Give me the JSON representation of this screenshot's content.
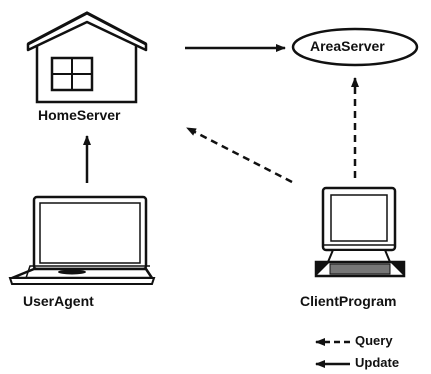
{
  "nodes": {
    "home_server": "HomeServer",
    "area_server": "AreaServer",
    "user_agent": "UserAgent",
    "client_program": "ClientProgram"
  },
  "legend": {
    "query": "Query",
    "update": "Update"
  },
  "edges": [
    {
      "from": "HomeServer",
      "to": "AreaServer",
      "style": "Update"
    },
    {
      "from": "UserAgent",
      "to": "HomeServer",
      "style": "Update"
    },
    {
      "from": "ClientProgram",
      "to": "HomeServer",
      "style": "Query"
    },
    {
      "from": "ClientProgram",
      "to": "AreaServer",
      "style": "Query"
    }
  ]
}
